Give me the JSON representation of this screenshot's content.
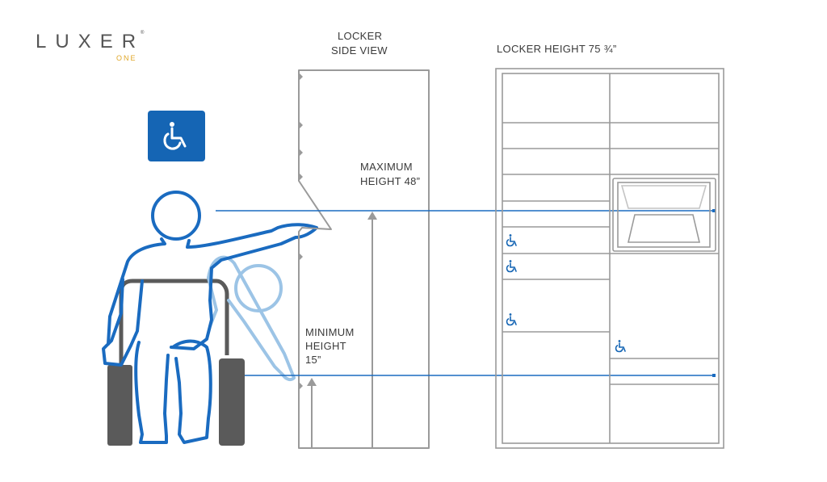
{
  "brand": {
    "name": "LUXER",
    "sub": "ONE",
    "registered": "®"
  },
  "labels": {
    "locker_side_view_line1": "LOCKER",
    "locker_side_view_line2": "SIDE VIEW",
    "locker_height": "LOCKER HEIGHT 75 ¾”",
    "maximum_height_line1": "MAXIMUM",
    "maximum_height_line2": "HEIGHT 48”",
    "minimum_height_line1": "MINIMUM",
    "minimum_height_line2": "HEIGHT",
    "minimum_height_line3": "15”"
  },
  "icons": {
    "badge": "wheelchair-icon",
    "locker_marks": "wheelchair-icon"
  },
  "colors": {
    "accent_blue": "#1565b4",
    "figure_blue": "#1a6bc0",
    "ghost_blue": "#9cc4e6",
    "line_gray": "#9a9a9a",
    "wheelchair_gray": "#5a5a5a",
    "brand_gold": "#e0a626"
  }
}
